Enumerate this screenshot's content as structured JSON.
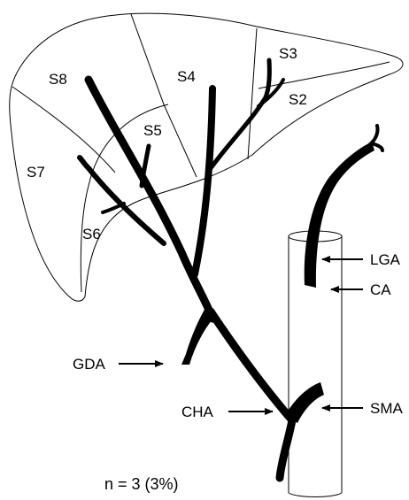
{
  "segments": {
    "s2": "S2",
    "s3": "S3",
    "s4": "S4",
    "s5": "S5",
    "s6": "S6",
    "s7": "S7",
    "s8": "S8"
  },
  "vessels": {
    "lga": "LGA",
    "ca": "CA",
    "gda": "GDA",
    "cha": "CHA",
    "sma": "SMA"
  },
  "footnote": "n = 3 (3%)"
}
